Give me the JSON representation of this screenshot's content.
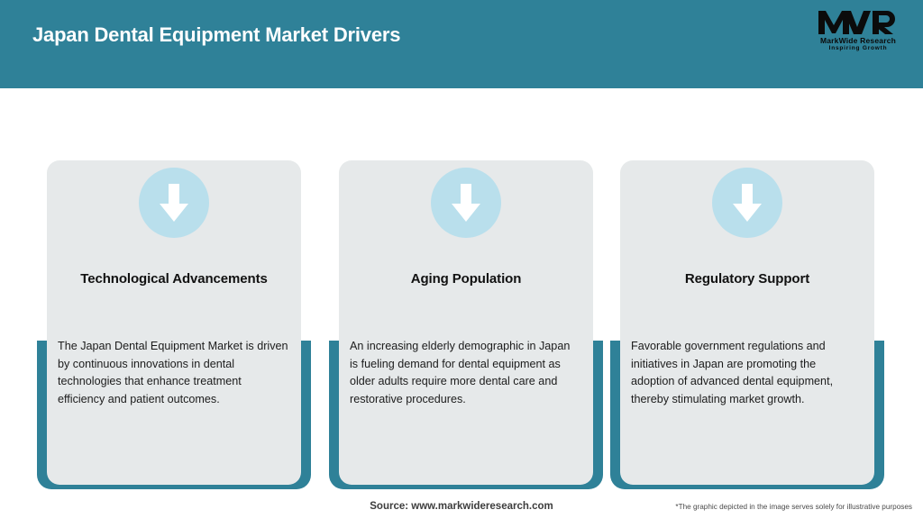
{
  "header": {
    "title": "Japan Dental Equipment Market Drivers",
    "background_color": "#2f8198",
    "title_color": "#ffffff"
  },
  "logo": {
    "mark": "MWR",
    "name": "MarkWide Research",
    "tagline": "Inspiring Growth"
  },
  "theme": {
    "accent_color": "#2f8198",
    "card_background": "#e6e9ea",
    "icon_circle_color": "#b9dfec",
    "arrow_color": "#ffffff",
    "page_background": "#ffffff"
  },
  "cards": [
    {
      "icon": "down-arrow-icon",
      "heading": "Technological Advancements",
      "body": "The Japan Dental Equipment Market is driven by continuous innovations in dental technologies that enhance treatment efficiency and patient outcomes."
    },
    {
      "icon": "down-arrow-icon",
      "heading": "Aging Population",
      "body": "An increasing elderly demographic in Japan is fueling demand for dental equipment as older adults require more dental care and restorative procedures."
    },
    {
      "icon": "down-arrow-icon",
      "heading": "Regulatory Support",
      "body": "Favorable government regulations and initiatives in Japan are promoting the adoption of advanced dental equipment, thereby stimulating market growth."
    }
  ],
  "footer": {
    "source": "Source: www.markwideresearch.com",
    "disclaimer": "*The graphic depicted in the image serves solely for illustrative purposes"
  }
}
